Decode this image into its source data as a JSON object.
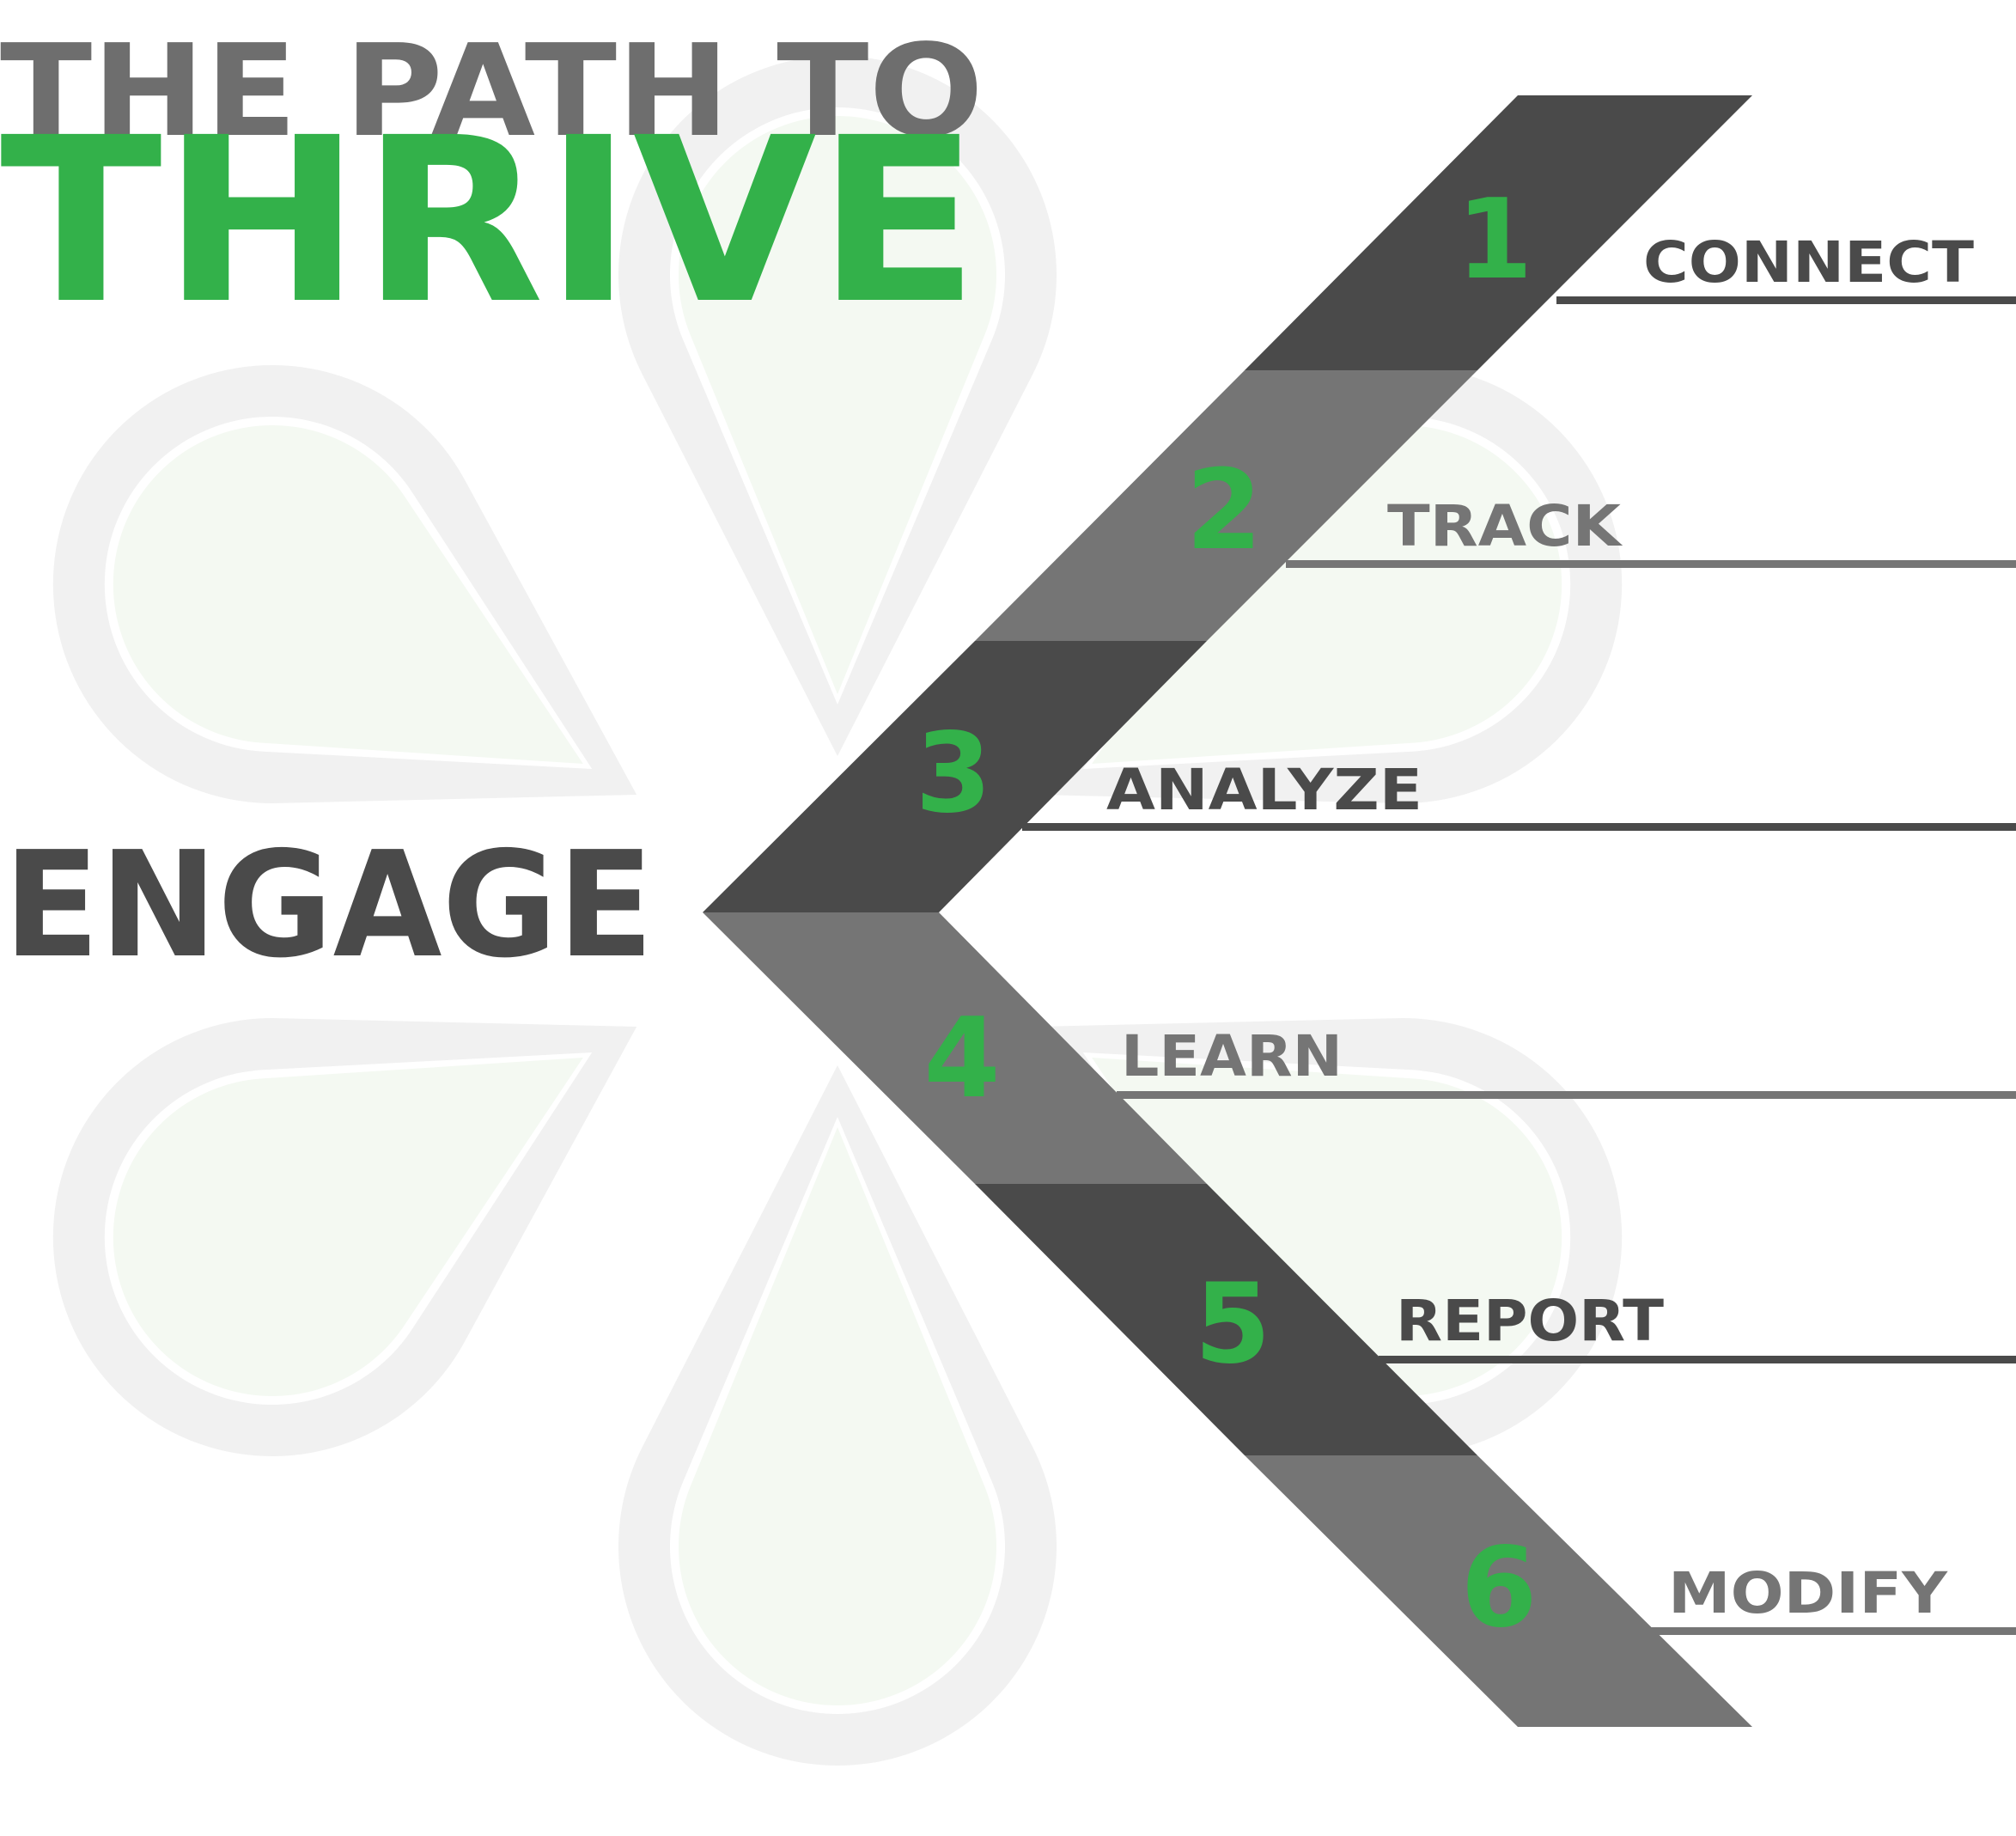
{
  "title": {
    "line1": "THE PATH TO",
    "line2": "THRIVE"
  },
  "center_label": "ENGAGE",
  "steps": [
    {
      "number": "1",
      "label": "CONNECT"
    },
    {
      "number": "2",
      "label": "TRACK"
    },
    {
      "number": "3",
      "label": "ANALYZE"
    },
    {
      "number": "4",
      "label": "LEARN"
    },
    {
      "number": "5",
      "label": "REPORT"
    },
    {
      "number": "6",
      "label": "MODIFY"
    }
  ],
  "colors": {
    "green": "#33b14a",
    "dark_gray": "#4a4a4a",
    "mid_gray": "#757575",
    "title_gray": "#6e6e6e",
    "petal_outer": "#f1f1f1",
    "petal_inner": "#f4f9f2",
    "line_dark": "#4a4a4a",
    "line_mid": "#757575"
  },
  "icons": {
    "flower": "six-petal-flower-icon",
    "chevron": "arrow-chevron-icon"
  }
}
